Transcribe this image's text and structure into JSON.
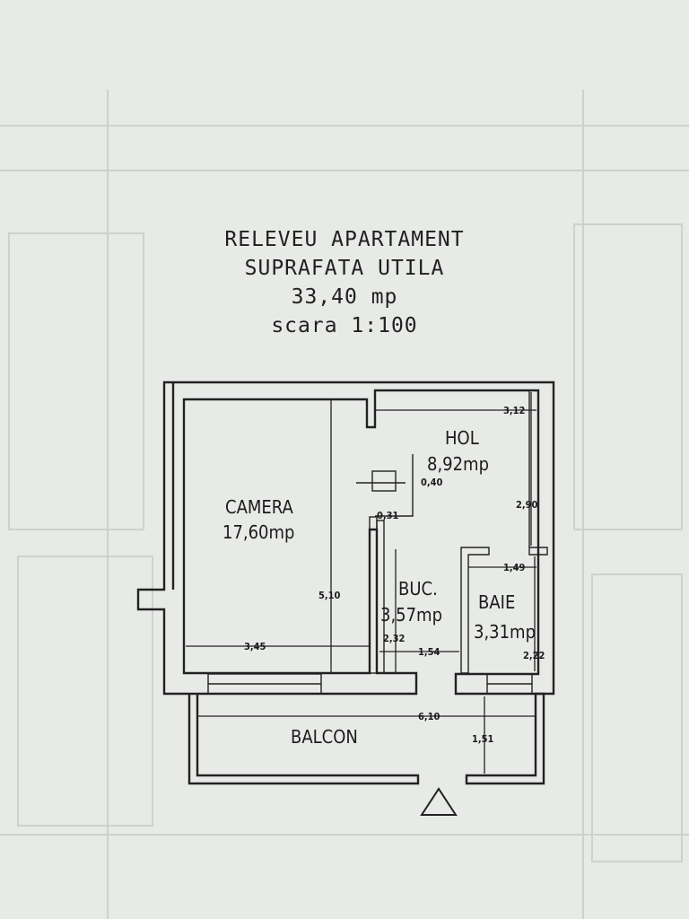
{
  "header": {
    "line1": "RELEVEU APARTAMENT",
    "line2": "SUPRAFATA UTILA",
    "line3": "33,40 mp",
    "line4": "scara 1:100"
  },
  "rooms": {
    "camera": {
      "name": "CAMERA",
      "area": "17,60mp"
    },
    "hol": {
      "name": "HOL",
      "area": "8,92mp"
    },
    "buc": {
      "name": "BUC.",
      "area": "3,57mp"
    },
    "baie": {
      "name": "BAIE",
      "area": "3,31mp"
    },
    "balcon": {
      "name": "BALCON"
    }
  },
  "dimensions": {
    "camera_width": "3,45",
    "camera_height": "5,10",
    "hol_width": "3,12",
    "hol_height": "2,90",
    "duct_width": "0,40",
    "duct_depth": "0,31",
    "buc_height": "2,32",
    "buc_width": "1,54",
    "baie_width": "1,49",
    "baie_height": "2,22",
    "balcon_width": "6,10",
    "balcon_depth": "1,51"
  },
  "colors": {
    "paper": "#e9ebe8",
    "ink": "#222222"
  }
}
